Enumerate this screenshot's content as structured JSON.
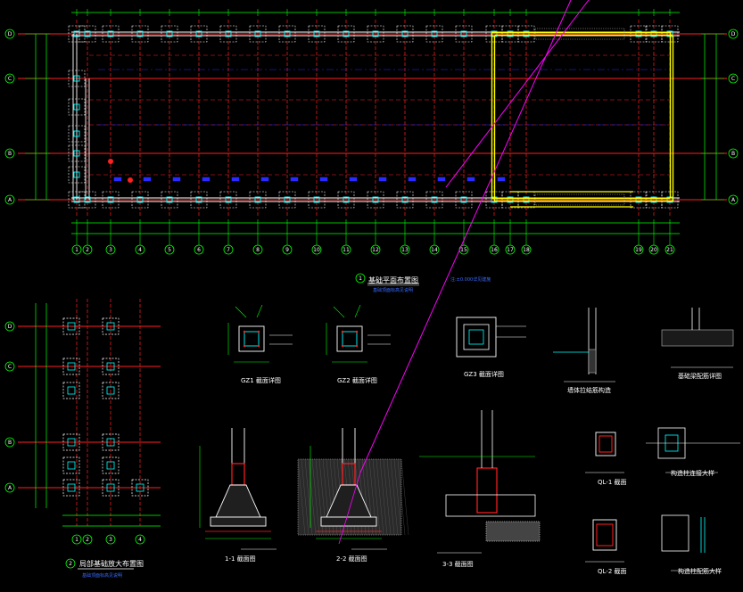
{
  "drawing": {
    "background": "#000000",
    "colors": {
      "grid_red": "#ff2020",
      "wall_white": "#ffffff",
      "dim_green": "#00ff00",
      "column_cyan": "#00ffff",
      "beam_yellow": "#ffff00",
      "mark_blue": "#2a2aff",
      "leader_magenta": "#ff00ff",
      "hatch_gray": "#b8b8b8"
    },
    "row_axes_plan": [
      "D",
      "C",
      "B",
      "A"
    ],
    "col_axes_plan": [
      "1",
      "2",
      "3",
      "4",
      "5",
      "6",
      "7",
      "8",
      "9",
      "10",
      "11",
      "12",
      "13",
      "14",
      "15",
      "16",
      "17",
      "18",
      "19",
      "20",
      "21"
    ],
    "row_axes_detail": [
      "D",
      "C",
      "B",
      "A"
    ],
    "col_axes_detail": [
      "1",
      "2",
      "3",
      "4"
    ],
    "titles": {
      "plan_number": "1",
      "plan_title": "基础平面布置图",
      "plan_subtitle": "基础顶面标高见说明",
      "plan_note": "注:±0.000详见建施",
      "detail_number": "2",
      "detail_title": "局部基础放大布置图",
      "detail_subtitle": "基础顶面标高见说明"
    },
    "sections": {
      "gz1": "GZ1 截面详图",
      "gz2": "GZ2 截面详图",
      "gz3": "GZ3 截面详图",
      "s1": "1-1 截面图",
      "s2": "2-2 截面图",
      "s3": "3-3 截面图",
      "ql1": "QL-1 截面",
      "ql2": "QL-2 截面",
      "wall_detail": "墙体拉结筋构造",
      "pile_detail": "基础梁配筋详图",
      "joint1": "构造柱连接大样",
      "joint2": "构造柱配筋大样"
    }
  }
}
